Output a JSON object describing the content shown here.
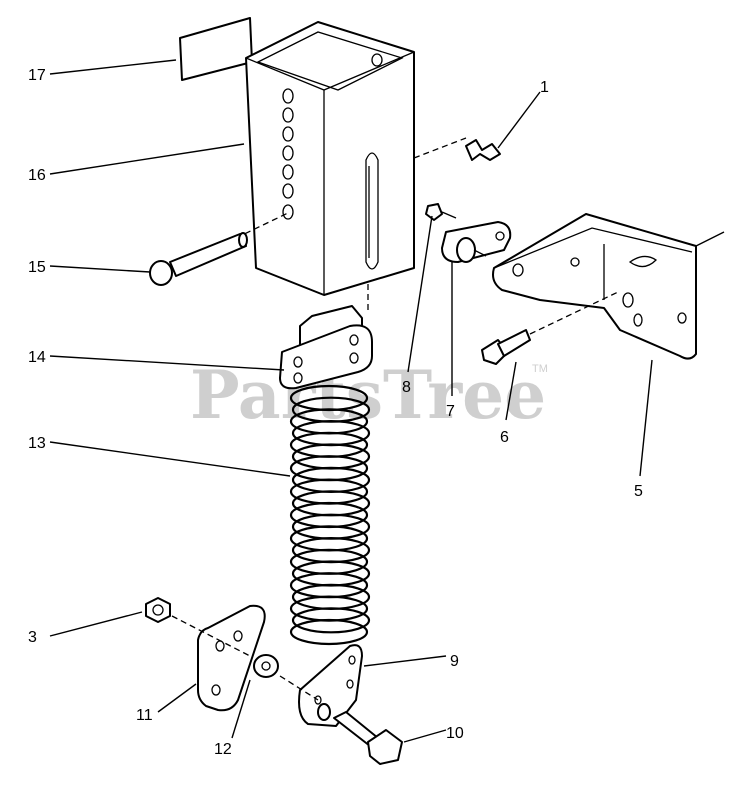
{
  "watermark": {
    "text": "PartsTree",
    "trademark": "TM"
  },
  "callouts": [
    {
      "id": "c1",
      "label": "1"
    },
    {
      "id": "c3",
      "label": "3"
    },
    {
      "id": "c5",
      "label": "5"
    },
    {
      "id": "c6",
      "label": "6"
    },
    {
      "id": "c7",
      "label": "7"
    },
    {
      "id": "c8",
      "label": "8"
    },
    {
      "id": "c9",
      "label": "9"
    },
    {
      "id": "c10",
      "label": "10"
    },
    {
      "id": "c11",
      "label": "11"
    },
    {
      "id": "c12",
      "label": "12"
    },
    {
      "id": "c13",
      "label": "13"
    },
    {
      "id": "c14",
      "label": "14"
    },
    {
      "id": "c15",
      "label": "15"
    },
    {
      "id": "c16",
      "label": "16"
    },
    {
      "id": "c17",
      "label": "17"
    }
  ]
}
